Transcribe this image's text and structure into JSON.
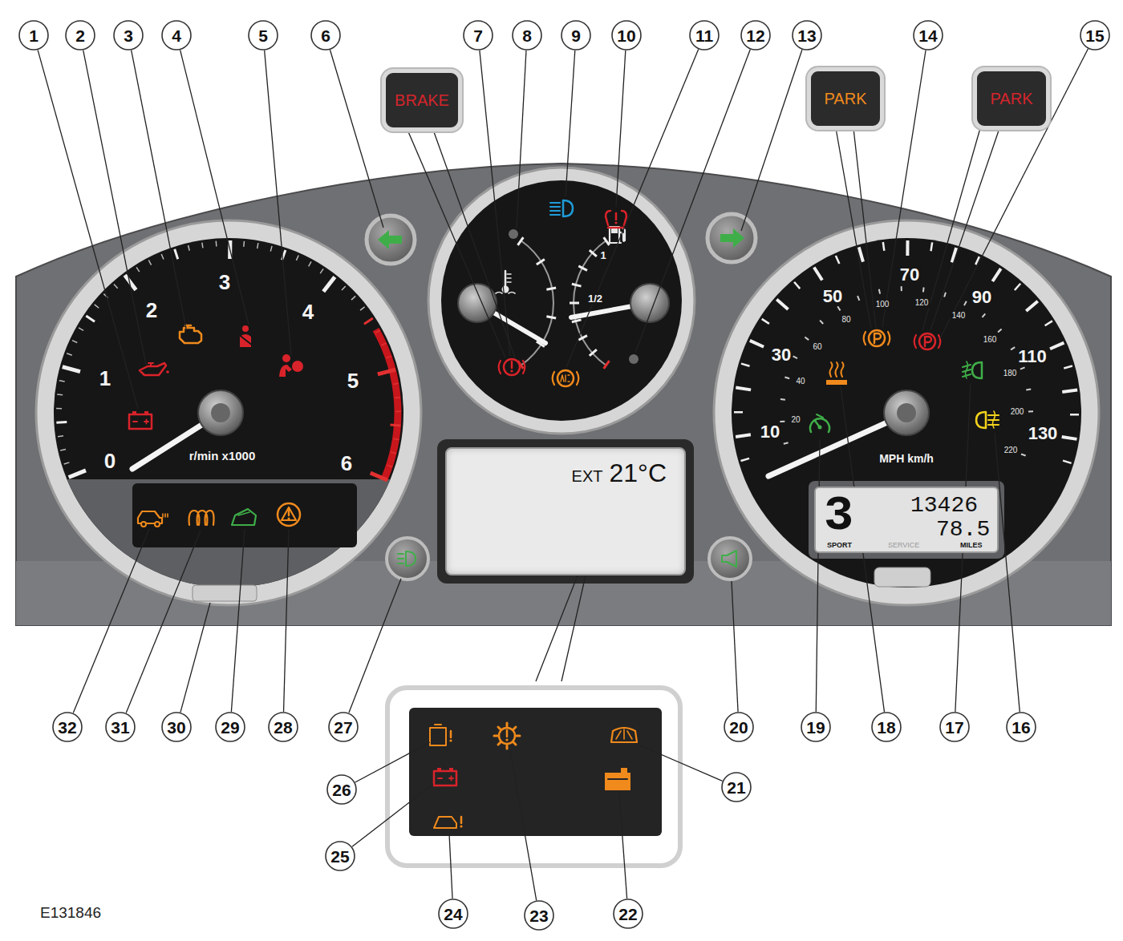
{
  "diagram": {
    "nodes": [
      {
        "text": [
          "BRAKE"
        ]
      },
      {
        "text": [
          "PARK"
        ]
      },
      {
        "text": [
          "PARK"
        ]
      },
      {
        "text": [
          "EXT",
          "21°C"
        ]
      },
      {
        "text": [
          "3",
          "SPORT",
          "SERVICE",
          "13426",
          "78.5",
          "MILES"
        ]
      }
    ],
    "labels": [
      "1",
      "2",
      "3",
      "4",
      "5",
      "6",
      "7",
      "8",
      "9",
      "10",
      "11",
      "12",
      "13",
      "14",
      "15",
      "16",
      "17",
      "18",
      "19",
      "20",
      "21",
      "22",
      "23",
      "24",
      "25",
      "26",
      "27",
      "28",
      "29",
      "30",
      "31",
      "32",
      "0",
      "1",
      "2",
      "3",
      "4",
      "5",
      "6",
      "r/min x1000",
      "10",
      "30",
      "50",
      "70",
      "90",
      "110",
      "130",
      "20",
      "40",
      "60",
      "80",
      "100",
      "120",
      "140",
      "160",
      "180",
      "200",
      "220",
      "MPH km/h",
      "1",
      "1/2",
      "E131846"
    ]
  }
}
